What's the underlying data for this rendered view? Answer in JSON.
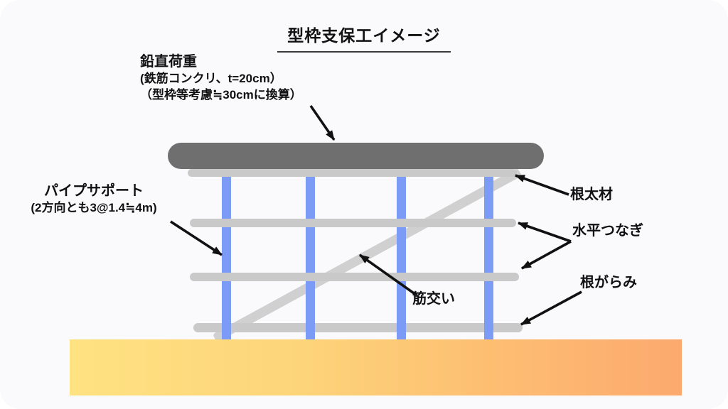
{
  "title": "型枠支保工イメージ",
  "labels": {
    "vertical_load": {
      "line1": "鉛直荷重",
      "line2": "(鉄筋コンクリ、t=20cm）",
      "line3": "（型枠等考慮≒30cmに換算）"
    },
    "pipe_support": {
      "line1": "パイプサポート",
      "line2": "(2方向とも3@1.4≒4m)"
    },
    "joist": "根太材",
    "horizontal_tie": "水平つなぎ",
    "sole_brace": "根がらみ",
    "diagonal_brace": "筋交い"
  },
  "colors": {
    "canvas_bg": "#faf9fc",
    "slab": "#6f6f6f",
    "post": "#7b9bf7",
    "member": "#c9c9c9",
    "brace_member": "#d0d0d0",
    "ground_left": "#ffe282",
    "ground_right": "#fca96e",
    "arrow": "#111111"
  }
}
